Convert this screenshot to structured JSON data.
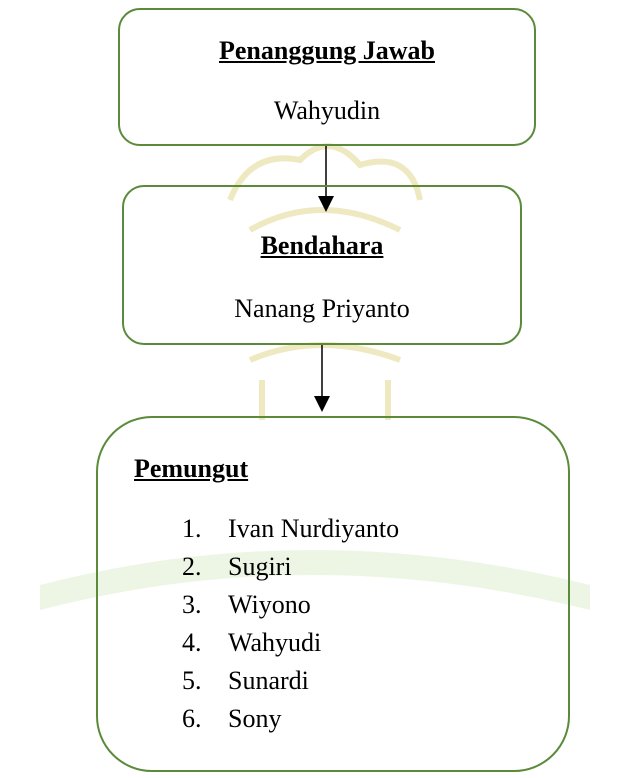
{
  "colors": {
    "box_border": "#5a8a3a",
    "watermark": "#f6f0c8",
    "watermark_stroke": "#e8e0a8",
    "watermark_bar": "#d8ecc6"
  },
  "nodes": {
    "penanggung_jawab": {
      "title": "Penanggung Jawab",
      "name": "Wahyudin"
    },
    "bendahara": {
      "title": "Bendahara",
      "name": "Nanang Priyanto"
    },
    "pemungut": {
      "title": "Pemungut",
      "members": [
        {
          "number": "1.",
          "name": "Ivan Nurdiyanto"
        },
        {
          "number": "2.",
          "name": "Sugiri"
        },
        {
          "number": "3.",
          "name": "Wiyono"
        },
        {
          "number": "4.",
          "name": "Wahyudi"
        },
        {
          "number": "5.",
          "name": "Sunardi"
        },
        {
          "number": "6.",
          "name": "Sony"
        }
      ]
    }
  }
}
